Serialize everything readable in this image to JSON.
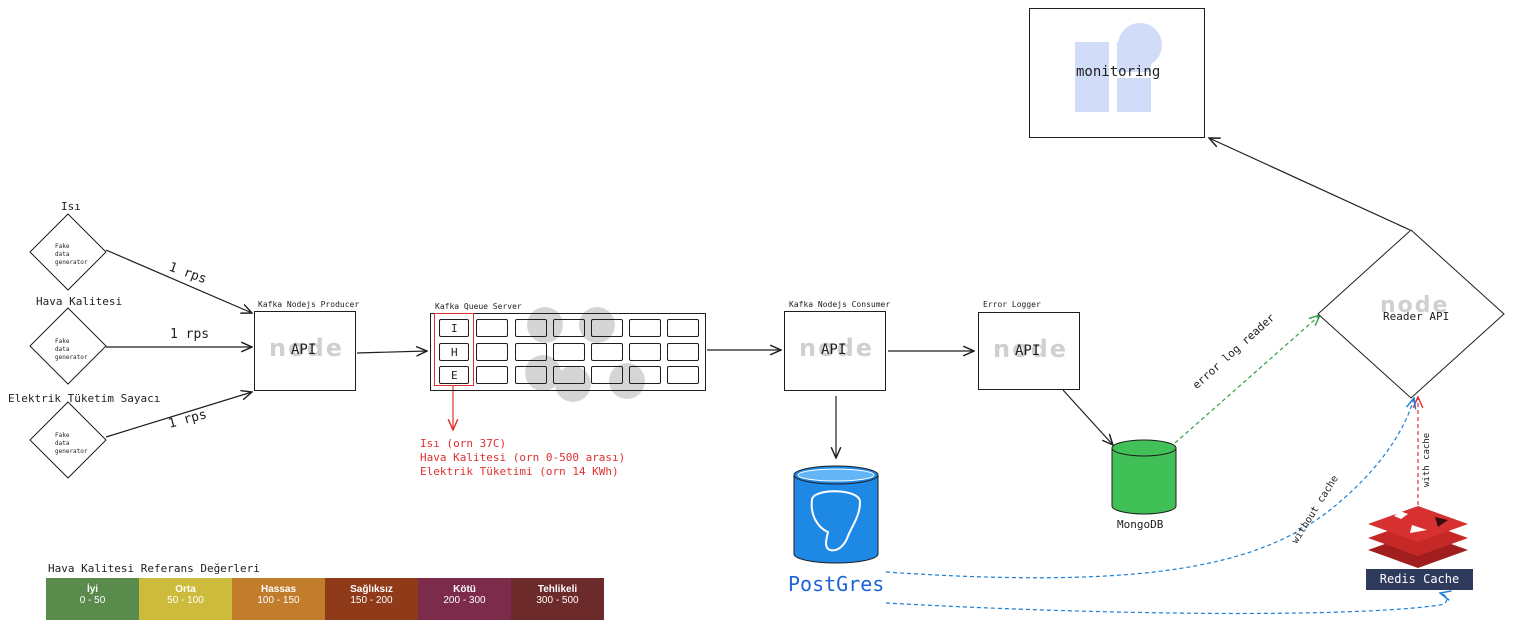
{
  "sensors": {
    "isi": {
      "title": "Isı",
      "label": "Fake data generator",
      "rate": "1 rps"
    },
    "hava": {
      "title": "Hava Kalitesi",
      "label": "Fake data generator",
      "rate": "1 rps"
    },
    "elektrik": {
      "title": "Elektrik Tüketim Sayacı",
      "label": "Fake data generator",
      "rate": "1 rps"
    }
  },
  "producer": {
    "title": "Kafka Nodejs Producer",
    "api": "API",
    "logo": "node"
  },
  "queue": {
    "title": "Kafka Queue Server",
    "letters": [
      "I",
      "H",
      "E"
    ]
  },
  "queue_note": [
    "Isı (orn 37C)",
    "Hava Kalitesi (orn 0-500 arası)",
    "Elektrik Tüketimi (orn 14 KWh)"
  ],
  "consumer": {
    "title": "Kafka Nodejs Consumer",
    "api": "API",
    "logo": "node"
  },
  "logger": {
    "title": "Error Logger",
    "api": "API",
    "logo": "node"
  },
  "postgres": {
    "label": "PostGres",
    "color": "#1e88e5"
  },
  "mongodb": {
    "label": "MongoDB",
    "color": "#40c057"
  },
  "reader": {
    "label": "Reader API",
    "logo": "node"
  },
  "monitoring": {
    "label": "monitoring"
  },
  "redis": {
    "label": "Redis Cache",
    "color": "#c62828"
  },
  "edges": {
    "error_log_reader": "error log reader",
    "without_cache": "without cache",
    "with_cache": "with cache"
  },
  "aqi": {
    "title": "Hava Kalitesi Referans Değerleri",
    "levels": [
      {
        "name": "İyi",
        "range": "0 - 50",
        "color": "#5a8a4c"
      },
      {
        "name": "Orta",
        "range": "50 - 100",
        "color": "#cdbb3b"
      },
      {
        "name": "Hassas",
        "range": "100 - 150",
        "color": "#c17d2c"
      },
      {
        "name": "Sağlıksız",
        "range": "150 - 200",
        "color": "#8f3a18"
      },
      {
        "name": "Kötü",
        "range": "200 - 300",
        "color": "#7c2c4a"
      },
      {
        "name": "Tehlikeli",
        "range": "300 - 500",
        "color": "#6d2a2a"
      }
    ]
  }
}
